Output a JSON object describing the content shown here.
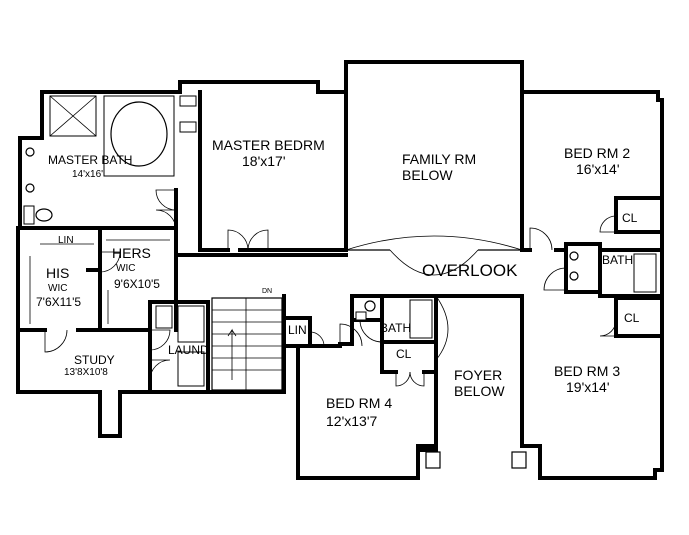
{
  "rooms": {
    "master_bedrm": {
      "name": "MASTER BEDRM",
      "size": "18'x17'"
    },
    "master_bath": {
      "name": "MASTER BATH",
      "size": "14'x16'"
    },
    "family_rm": {
      "name": "FAMILY RM",
      "note": "BELOW"
    },
    "bed_rm_2": {
      "name": "BED RM 2",
      "size": "16'x14'"
    },
    "bed_rm_3": {
      "name": "BED RM 3",
      "size": "19'x14'"
    },
    "bed_rm_4": {
      "name": "BED RM 4",
      "size": "12'x13'7"
    },
    "overlook": {
      "name": "OVERLOOK"
    },
    "foyer": {
      "name": "FOYER",
      "note": "BELOW"
    },
    "study": {
      "name": "STUDY",
      "size": "13'8X10'8"
    },
    "his_wic": {
      "name": "HIS",
      "sub": "WIC",
      "size": "7'6X11'5"
    },
    "hers_wic": {
      "name": "HERS",
      "sub": "WIC",
      "size": "9'6X10'5"
    },
    "laund": {
      "name": "LAUND"
    },
    "bath_right": {
      "name": "BATH"
    },
    "bath_bed4": {
      "name": "BATH"
    },
    "cl_bed2": {
      "name": "CL"
    },
    "cl_bed3": {
      "name": "CL"
    },
    "cl_bed4": {
      "name": "CL"
    },
    "lin_master": {
      "name": "LIN"
    },
    "lin_stair": {
      "name": "LIN"
    },
    "stair": {
      "label": "DN"
    }
  }
}
